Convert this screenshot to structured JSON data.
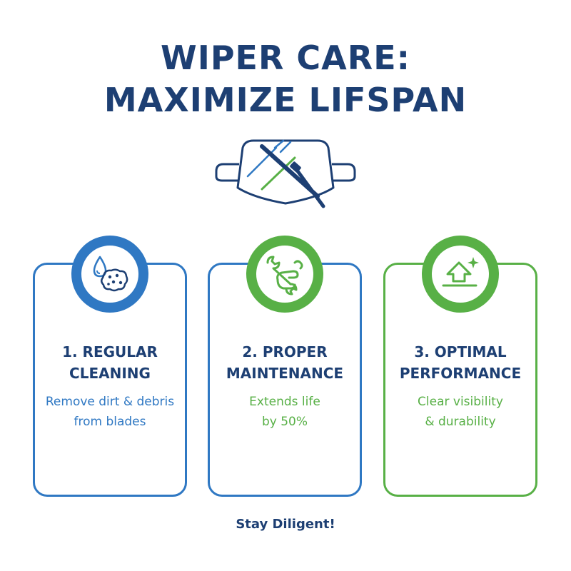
{
  "colors": {
    "navy": "#1d3f73",
    "blue": "#2f78c3",
    "green": "#58b046",
    "background": "#ffffff"
  },
  "header": {
    "title_line1": "WIPER CARE:",
    "title_line2": "MAXIMIZE LIFSPAN"
  },
  "hero": {
    "icon": "windshield-wiper-icon"
  },
  "cards": [
    {
      "icon": "water-drop-sponge-icon",
      "title_line1": "1. REGULAR",
      "title_line2": "CLEANING",
      "desc_line1": "Remove dirt & debris",
      "desc_line2": "from blades",
      "accent": "#2f78c3"
    },
    {
      "icon": "wrench-hand-icon",
      "title_line1": "2. PROPER",
      "title_line2": "MAINTENANCE",
      "desc_line1": "Extends life",
      "desc_line2": "by 50%",
      "accent": "#58b046"
    },
    {
      "icon": "house-arrow-sparkle-icon",
      "title_line1": "3. OPTIMAL",
      "title_line2": "PERFORMANCE",
      "desc_line1": "Clear visibility",
      "desc_line2": "& durability",
      "accent": "#58b046"
    }
  ],
  "footer": {
    "text": "Stay Diligent!"
  }
}
